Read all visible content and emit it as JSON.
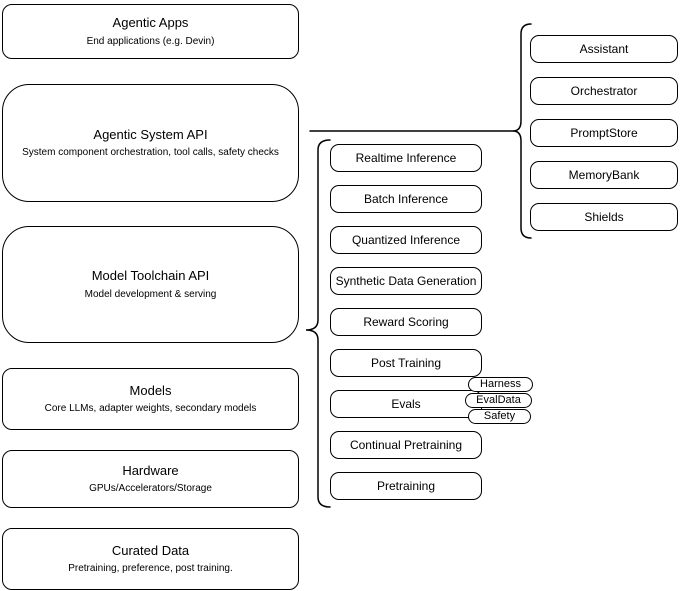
{
  "diagram": {
    "colors": {
      "background": "#ffffff",
      "stroke": "#000000",
      "text": "#000000"
    },
    "left_stack": [
      {
        "title": "Agentic Apps",
        "subtitle": "End applications (e.g. Devin)"
      },
      {
        "title": "Agentic System API",
        "subtitle": "System component orchestration, tool calls, safety checks"
      },
      {
        "title": "Model Toolchain API",
        "subtitle": "Model development & serving"
      },
      {
        "title": "Models",
        "subtitle": "Core LLMs, adapter weights, secondary models"
      },
      {
        "title": "Hardware",
        "subtitle": "GPUs/Accelerators/Storage"
      },
      {
        "title": "Curated Data",
        "subtitle": "Pretraining, preference, post training."
      }
    ],
    "toolchain_components": [
      {
        "label": "Realtime Inference"
      },
      {
        "label": "Batch Inference"
      },
      {
        "label": "Quantized Inference"
      },
      {
        "label": "Synthetic Data Generation"
      },
      {
        "label": "Reward Scoring"
      },
      {
        "label": "Post Training"
      },
      {
        "label": "Evals"
      },
      {
        "label": "Continual Pretraining"
      },
      {
        "label": "Pretraining"
      }
    ],
    "eval_pills": [
      {
        "label": "Harness"
      },
      {
        "label": "EvalData"
      },
      {
        "label": "Safety"
      }
    ],
    "agentic_components": [
      {
        "label": "Assistant"
      },
      {
        "label": "Orchestrator"
      },
      {
        "label": "PromptStore"
      },
      {
        "label": "MemoryBank"
      },
      {
        "label": "Shields"
      }
    ]
  }
}
